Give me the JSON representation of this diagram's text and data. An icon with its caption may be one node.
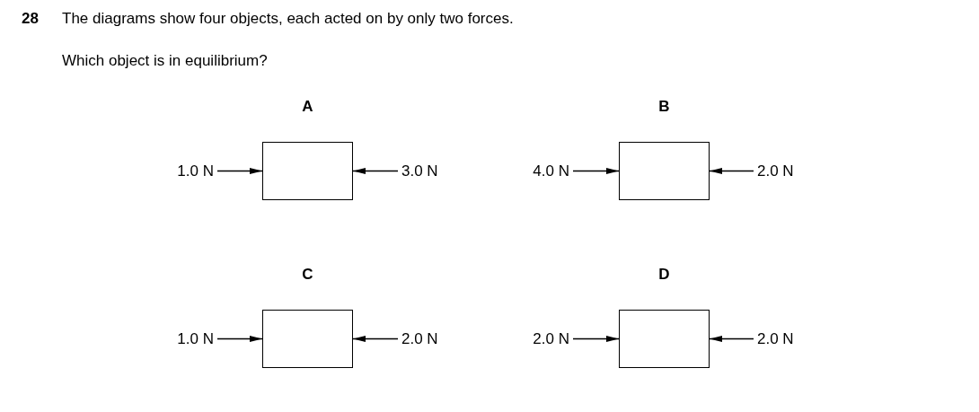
{
  "diagram": {
    "nodes": [
      {
        "text": [
          "1.0 N"
        ]
      },
      {
        "text": [],
        "shape": "box",
        "beside": [
          "A"
        ]
      },
      {
        "text": [
          "3.0 N"
        ]
      },
      {
        "text": [
          "4.0 N"
        ]
      },
      {
        "text": [],
        "shape": "box",
        "beside": [
          "B"
        ]
      },
      {
        "text": [
          "2.0 N"
        ]
      },
      {
        "text": [
          "1.0 N"
        ]
      },
      {
        "text": [],
        "shape": "box",
        "beside": [
          "C"
        ]
      },
      {
        "text": [
          "2.0 N"
        ]
      },
      {
        "text": [
          "2.0 N"
        ]
      },
      {
        "text": [],
        "shape": "box",
        "beside": [
          "D"
        ]
      },
      {
        "text": [
          "2.0 N"
        ]
      }
    ],
    "edges": [
      {
        "from": 0,
        "to": 1,
        "arrow": "to"
      },
      {
        "from": 2,
        "to": 1,
        "arrow": "to"
      },
      {
        "from": 3,
        "to": 4,
        "arrow": "to"
      },
      {
        "from": 5,
        "to": 4,
        "arrow": "to"
      },
      {
        "from": 6,
        "to": 7,
        "arrow": "to"
      },
      {
        "from": 8,
        "to": 7,
        "arrow": "to"
      },
      {
        "from": 9,
        "to": 10,
        "arrow": "to"
      },
      {
        "from": 11,
        "to": 10,
        "arrow": "to"
      }
    ],
    "labels": [
      "28",
      "The diagrams show four objects, each acted on by only two forces.",
      "Which object is in equilibrium?"
    ]
  }
}
